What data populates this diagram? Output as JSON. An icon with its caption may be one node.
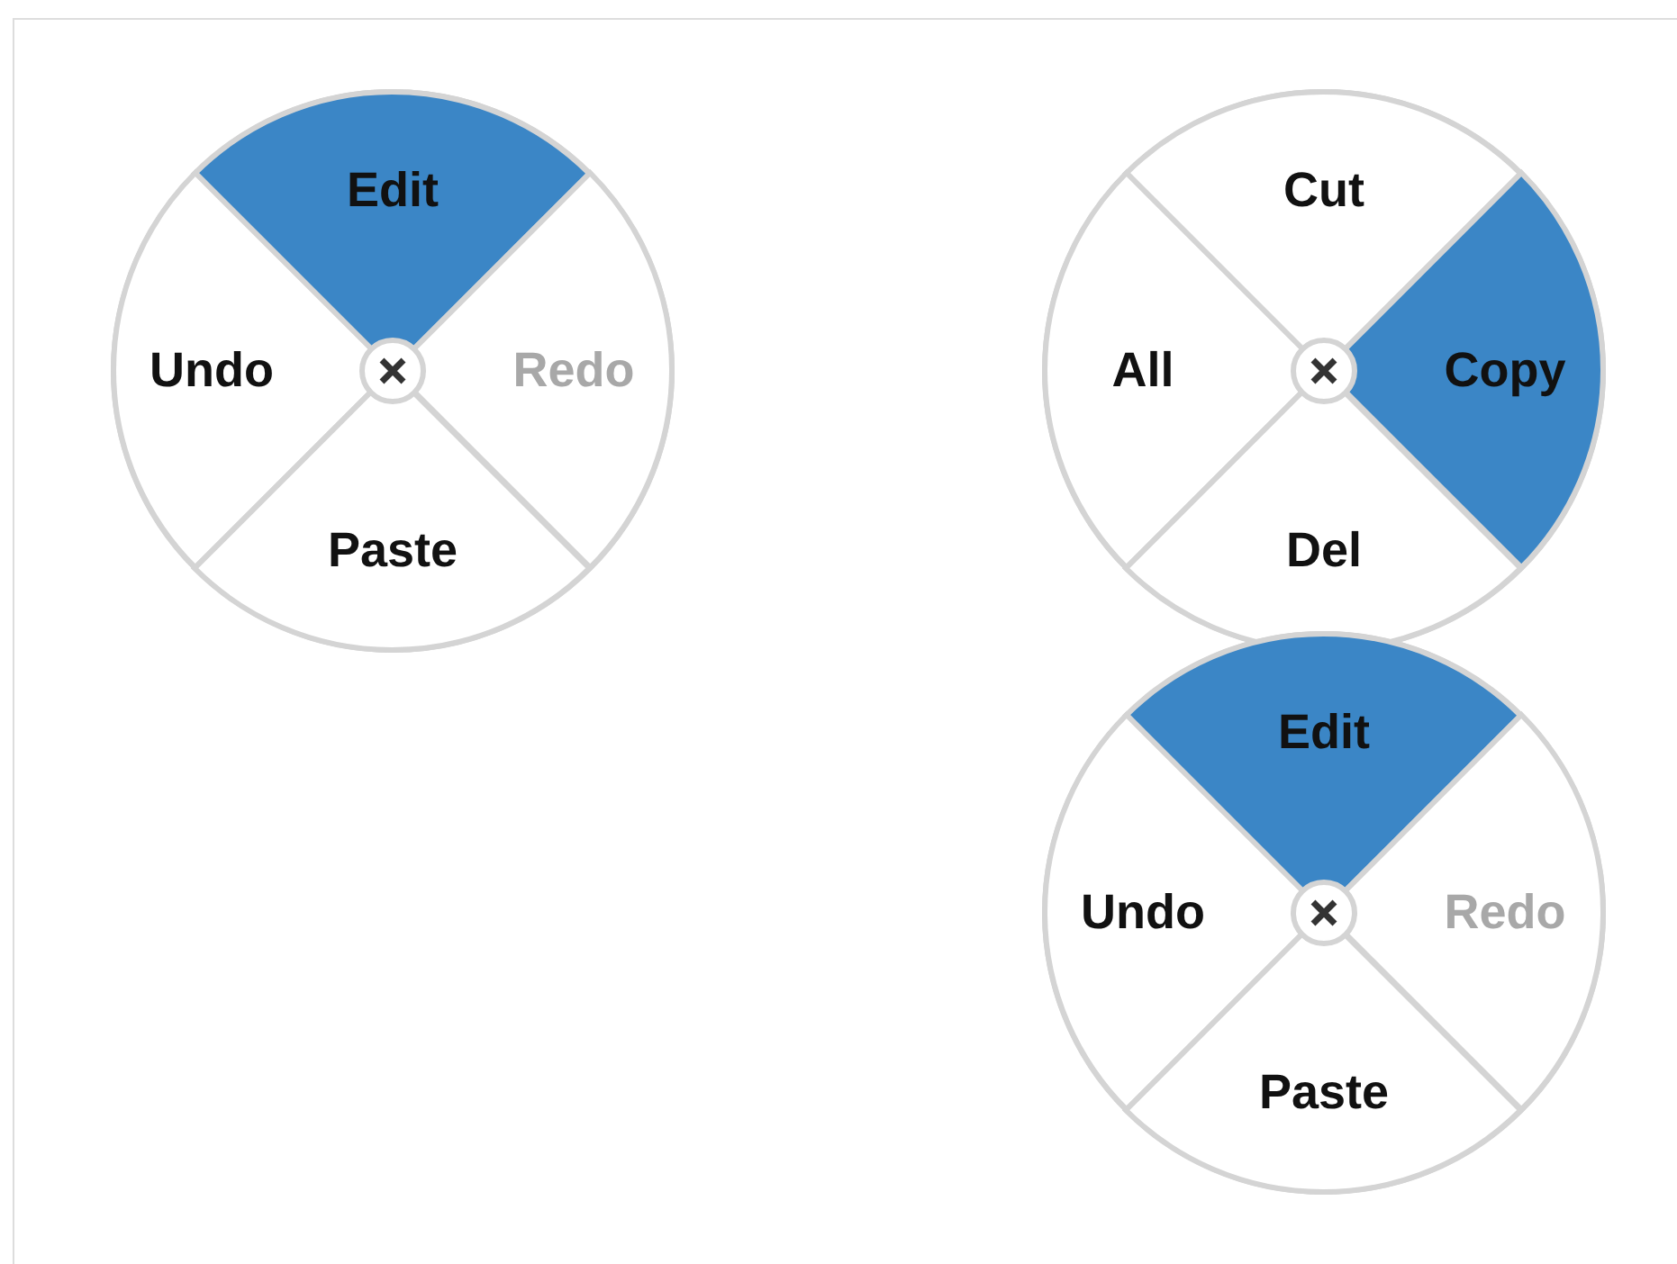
{
  "diagram": {
    "nodes": [
      {
        "text": [],
        "shape": "circle"
      },
      {
        "text": [
          "Edit"
        ],
        "in": 0
      },
      {
        "text": [
          "Undo"
        ],
        "in": 0
      },
      {
        "text": [
          "Redo"
        ],
        "in": 0
      },
      {
        "text": [
          "Paste"
        ],
        "in": 0
      },
      {
        "text": [],
        "shape": "circle"
      },
      {
        "text": [
          "Cut"
        ],
        "in": 5
      },
      {
        "text": [
          "All"
        ],
        "in": 5
      },
      {
        "text": [
          "Copy"
        ],
        "in": 5
      },
      {
        "text": [
          "Del"
        ],
        "in": 5
      },
      {
        "text": [],
        "shape": "circle"
      },
      {
        "text": [
          "Edit"
        ],
        "in": 10
      },
      {
        "text": [
          "Undo"
        ],
        "in": 10
      },
      {
        "text": [
          "Redo"
        ],
        "in": 10
      },
      {
        "text": [
          "Paste"
        ],
        "in": 10
      }
    ]
  }
}
